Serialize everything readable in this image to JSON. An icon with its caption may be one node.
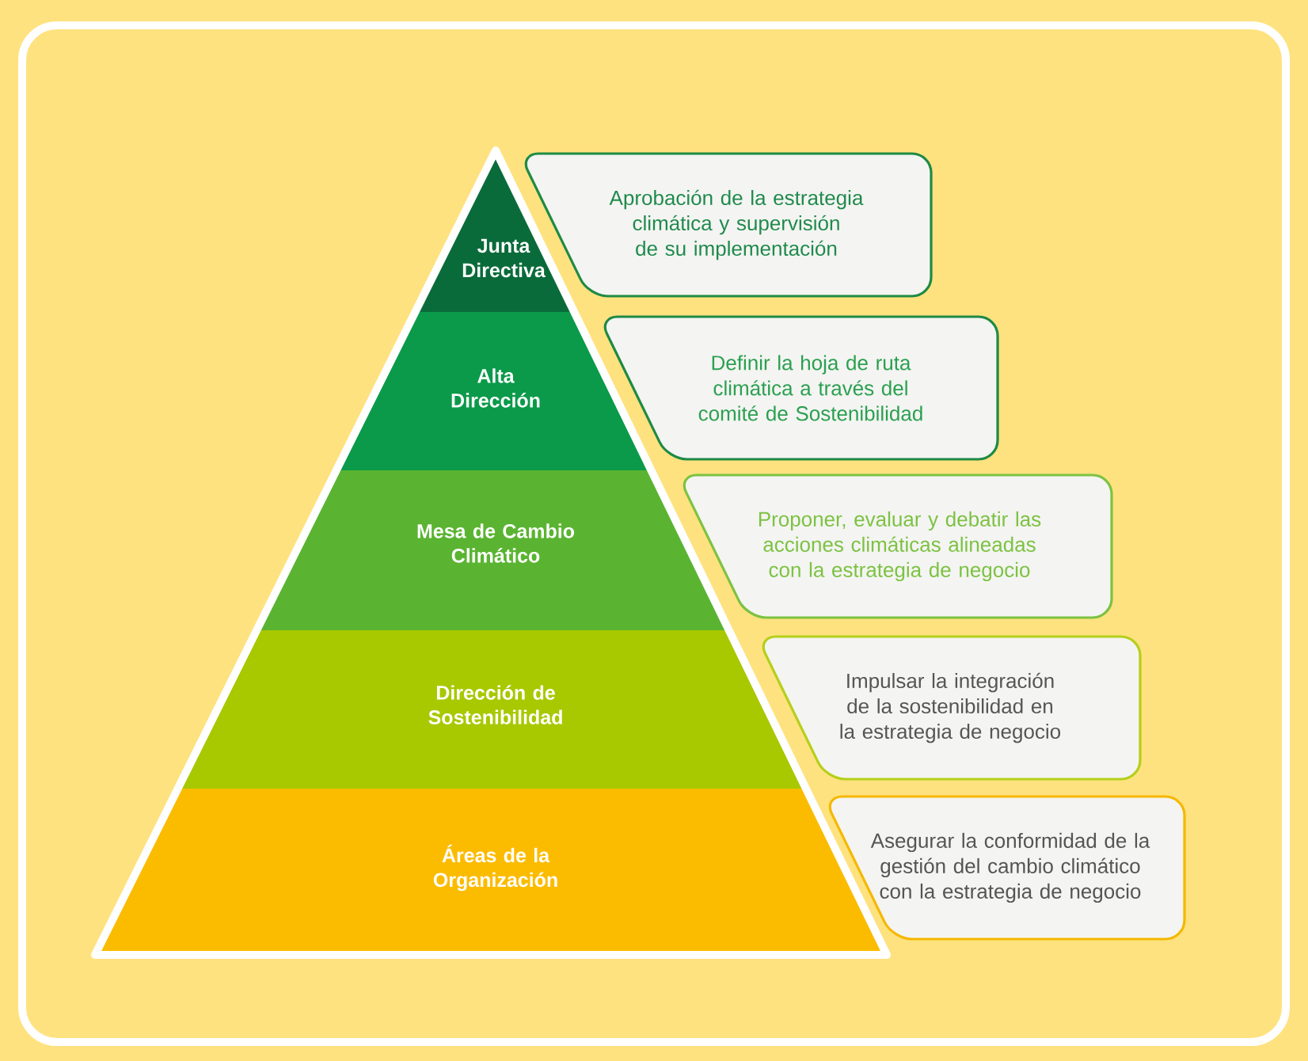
{
  "diagram": {
    "nodes": [
      {
        "text": [
          "Junta Directiva"
        ]
      },
      {
        "text": [
          "Aprobación de la estrategia climática y supervisión de su implementación"
        ]
      },
      {
        "text": [
          "Alta Dirección"
        ]
      },
      {
        "text": [
          "Definir la hoja de ruta climática a través del comité de Sostenibilidad"
        ]
      },
      {
        "text": [
          "Mesa de Cambio Climático"
        ]
      },
      {
        "text": [
          "Proponer, evaluar y debatir las acciones climáticas alineadas con la estrategia de negocio"
        ]
      },
      {
        "text": [
          "Dirección de Sostenibilidad"
        ]
      },
      {
        "text": [
          "Impulsar la integración de la sostenibilidad en la estrategia de negocio"
        ]
      },
      {
        "text": [
          "Áreas de la Organización"
        ]
      },
      {
        "text": [
          "Asegurar la conformidad de la gestión del cambio climático con la estrategia de negocio"
        ]
      }
    ]
  }
}
